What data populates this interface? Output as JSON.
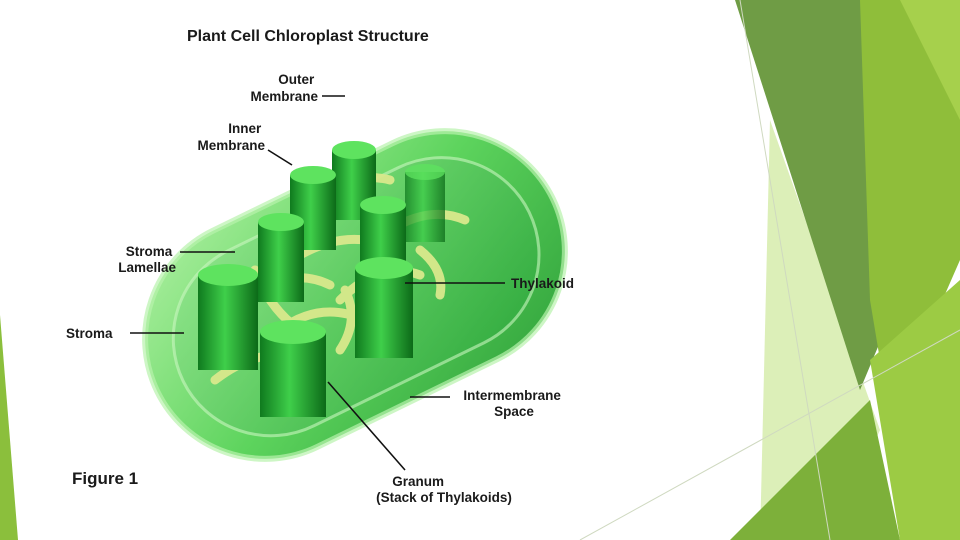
{
  "diagram": {
    "title": "Plant Cell Chloroplast Structure",
    "caption": "Figure 1",
    "labels": {
      "outer_membrane": [
        "Outer",
        "Membrane"
      ],
      "inner_membrane": [
        "Inner",
        "Membrane"
      ],
      "stroma_lamellae": [
        "Stroma",
        "Lamellae"
      ],
      "stroma": "Stroma",
      "thylakoid": "Thylakoid",
      "intermembrane_space": [
        "Intermembrane",
        "Space"
      ],
      "granum": [
        "Granum",
        "(Stack of Thylakoids)"
      ]
    }
  },
  "theme": {
    "accent_dark": "#5e8f3a",
    "accent_mid": "#7aab3e",
    "accent_light": "#9ccb4e",
    "accent_pale": "#c8e39a",
    "chloroplast_green": "#3fbf3f",
    "lamellae_yellow": "#d7e68a"
  }
}
